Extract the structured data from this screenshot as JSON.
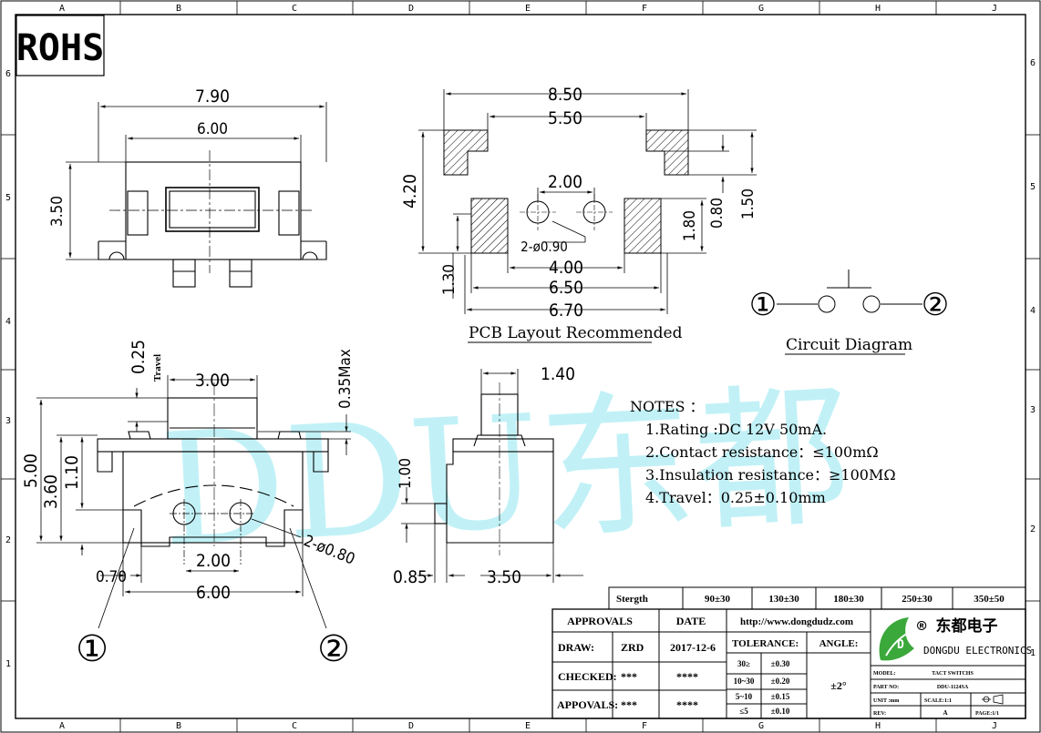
{
  "border": {
    "cols": [
      "A",
      "B",
      "C",
      "D",
      "E",
      "F",
      "G",
      "H",
      "J"
    ],
    "rows": [
      "6",
      "5",
      "4",
      "3",
      "2",
      "1"
    ]
  },
  "rohs": "ROHS",
  "watermark": "DDU东都",
  "top_view": {
    "overall_width": "7.90",
    "inner_width": "6.00",
    "height": "3.50"
  },
  "pcb_layout": {
    "dim_total": "8.50",
    "dim_inner": "5.50",
    "dim_height": "4.20",
    "hole_pitch": "2.00",
    "hole_label": "2-ø0.90",
    "dim_180": "1.80",
    "dim_080": "0.80",
    "dim_150": "1.50",
    "dim_130": "1.30",
    "dim_400": "4.00",
    "dim_650": "6.50",
    "dim_670": "6.70",
    "title": "PCB Layout Recommended"
  },
  "circuit": {
    "pin1": "①",
    "pin2": "②",
    "title": "Circuit Diagram"
  },
  "front_view": {
    "travel_value": "0.25",
    "travel_label": "Travel",
    "actuator_width": "3.00",
    "max_label": "0.35Max",
    "height_total": "5.00",
    "height_body": "3.60",
    "height_lead": "1.10",
    "lead_label": "2-ø0.80",
    "lead_pitch": "2.00",
    "body_width": "6.00",
    "left_offset": "0.70",
    "pin1": "①",
    "pin2": "②"
  },
  "side_view": {
    "actuator_width": "1.40",
    "height": "1.00",
    "offset": "0.85",
    "depth": "3.50"
  },
  "notes": {
    "title": "NOTES ：",
    "items": [
      "1.Rating :DC 12V 50mA.",
      "2.Contact resistance：≤100mΩ",
      "3.Insulation resistance：≥100MΩ",
      "4.Travel：0.25±0.10mm"
    ]
  },
  "strength_row": {
    "label": "Stergth",
    "values": [
      "90±30",
      "130±30",
      "180±30",
      "250±30",
      "350±50"
    ]
  },
  "title_block": {
    "approvals_header": "APPROVALS",
    "date_header": "DATE",
    "url": "http://www.dongdudz.com",
    "draw_label": "DRAW:",
    "draw_name": "ZRD",
    "draw_date": "2017-12-6",
    "checked_label": "CHECKED:",
    "checked_name": "***",
    "checked_date": "****",
    "appovals_label": "APPOVALS:",
    "appovals_name": "***",
    "appovals_date": "****",
    "tolerance_label": "TOLERANCE:",
    "angle_label": "ANGLE:",
    "tolerances": [
      {
        "range": "30≥",
        "value": "±0.30"
      },
      {
        "range": "10~30",
        "value": "±0.20"
      },
      {
        "range": "5~10",
        "value": "±0.15"
      },
      {
        "range": "≤5",
        "value": "±0.10"
      }
    ],
    "angle_value": "±2°",
    "company_cn": "® 东都电子",
    "company_en": "DONGDU ELECTRONICS",
    "model_label": "MODEL:",
    "model_value": "TACT SWITCHS",
    "partno_label": "PART NO:",
    "partno_value": "DDU-1124SA",
    "unit_label": "UNIT :mm",
    "scale_label": "SCALE:1:1",
    "rev_label": "REV:",
    "rev_value": "A",
    "page_label": "PAGE:1/1",
    "brand_color": "#3aa83a"
  }
}
